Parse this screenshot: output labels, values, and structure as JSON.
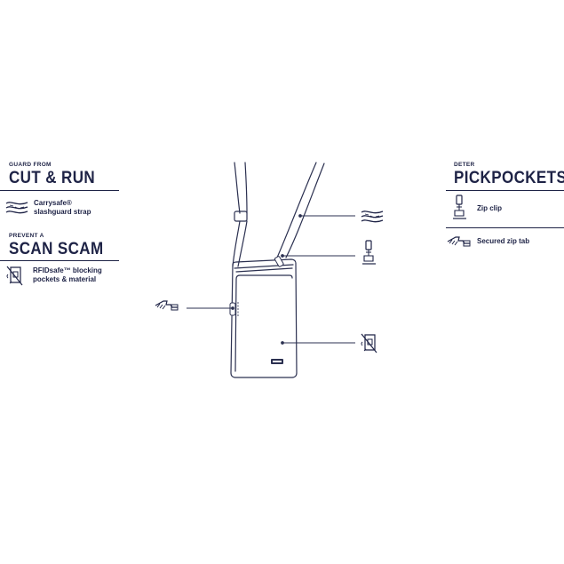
{
  "left": {
    "section1": {
      "kicker": "GUARD FROM",
      "headline": "CUT & RUN",
      "feature_line1": "Carrysafe®",
      "feature_line2": "slashguard strap",
      "feature_icon": "slashguard-strap-icon"
    },
    "section2": {
      "kicker": "PREVENT A",
      "headline": "SCAN SCAM",
      "feature_line1": "RFIDsafe™ blocking",
      "feature_line2": "pockets & material",
      "feature_icon": "rfid-block-icon"
    }
  },
  "right": {
    "section": {
      "kicker": "DETER",
      "headline": "PICKPOCKETS",
      "feature1_label": "Zip clip",
      "feature1_icon": "zip-clip-icon",
      "feature2_label": "Secured zip tab",
      "feature2_icon": "secured-zip-tab-icon"
    }
  },
  "colors": {
    "ink": "#1e2346",
    "line": "#2b3050",
    "background": "#ffffff"
  }
}
